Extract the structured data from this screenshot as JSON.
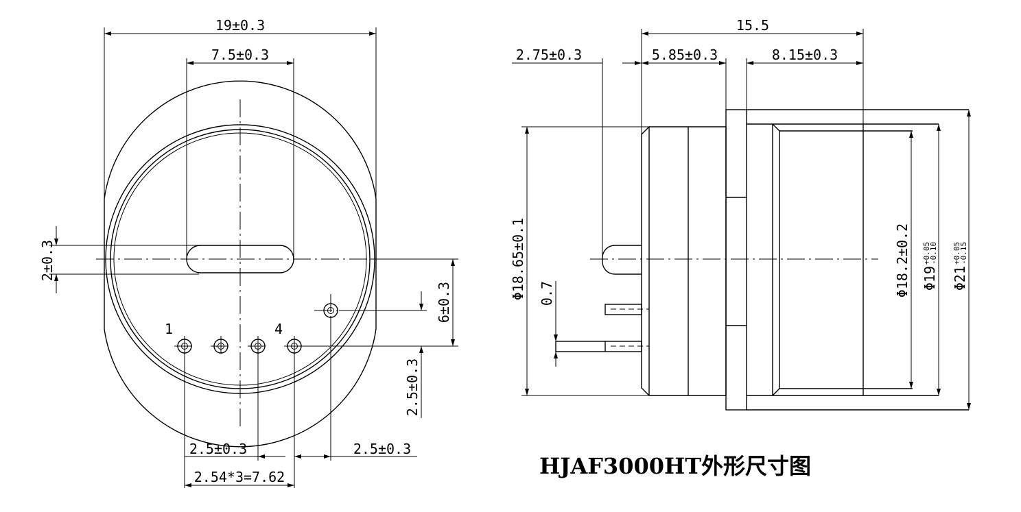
{
  "caption": "HJAF3000HT外形尺寸图",
  "front_view": {
    "dims": {
      "overall_width": "19±0.3",
      "slot_width": "7.5±0.3",
      "slot_height": "2±0.3",
      "pin_row_offset": "6±0.3",
      "pin5_offset": "2.5±0.3",
      "pin_pitch": "2.5±0.3",
      "pin5_pitch": "2.5±0.3",
      "pin_span": "2.54*3=7.62"
    },
    "pin_labels": {
      "first": "1",
      "last": "4"
    }
  },
  "side_view": {
    "dims": {
      "total_length": "15.5",
      "pin_length": "2.75±0.3",
      "body_front": "5.85±0.3",
      "body_rear": "8.15±0.3",
      "diameter_front": "Φ18.65±0.1",
      "pin_diameter": "0.7",
      "diameter_inner": "Φ18.2±0.2",
      "diameter_19": "Φ19",
      "diameter_19_tol_upper": "+0.05",
      "diameter_19_tol_lower": "-0.10",
      "diameter_21": "Φ21",
      "diameter_21_tol_upper": "+0.05",
      "diameter_21_tol_lower": "-0.15"
    }
  }
}
